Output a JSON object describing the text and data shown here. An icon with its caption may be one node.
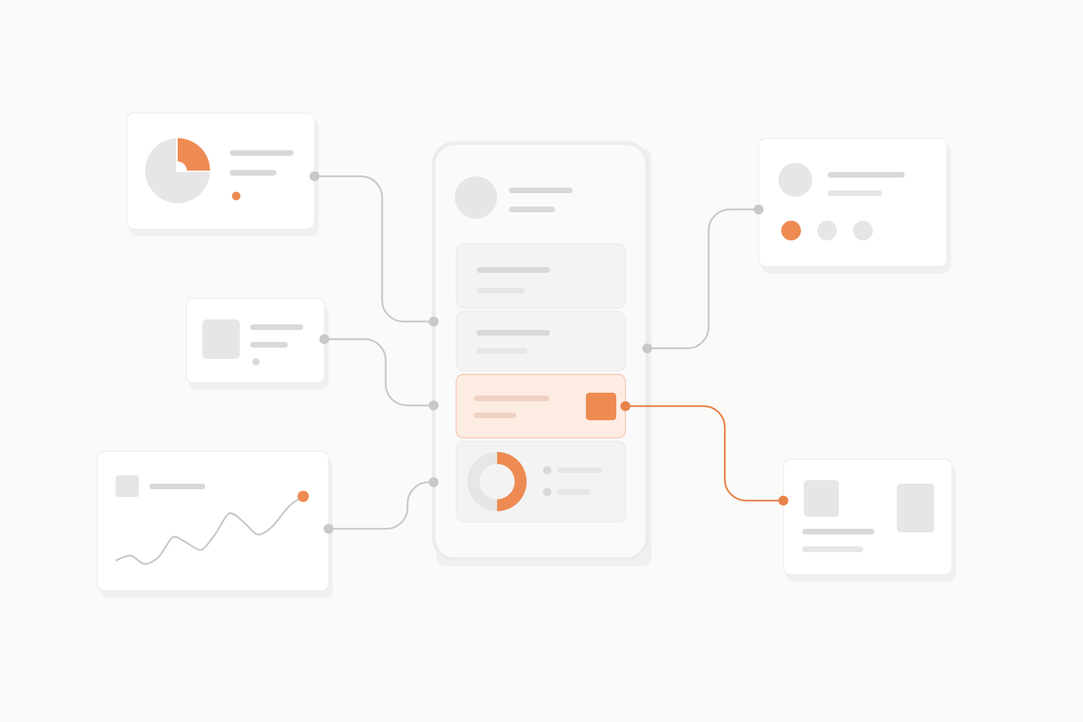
{
  "diagram": {
    "nodes": [
      {
        "text": [],
        "shape": "box"
      },
      {
        "text": [],
        "shape": "box"
      },
      {
        "text": [],
        "shape": "box"
      },
      {
        "text": [],
        "shape": "box"
      },
      {
        "text": [],
        "shape": "box",
        "in": 3
      },
      {
        "text": [],
        "shape": "box",
        "in": 3
      },
      {
        "text": [],
        "shape": "box",
        "in": 3
      },
      {
        "text": [],
        "shape": "box",
        "in": 3
      },
      {
        "text": [],
        "shape": "box"
      },
      {
        "text": [],
        "shape": "box"
      }
    ],
    "edges": [
      {
        "from": 0,
        "to": 3,
        "arrow": "other"
      },
      {
        "from": 1,
        "to": 3,
        "arrow": "other"
      },
      {
        "from": 2,
        "to": 3,
        "arrow": "other"
      },
      {
        "from": 3,
        "to": 8,
        "arrow": "other"
      },
      {
        "from": 6,
        "to": 9,
        "arrow": "other",
        "color": "#e8834a"
      }
    ]
  }
}
